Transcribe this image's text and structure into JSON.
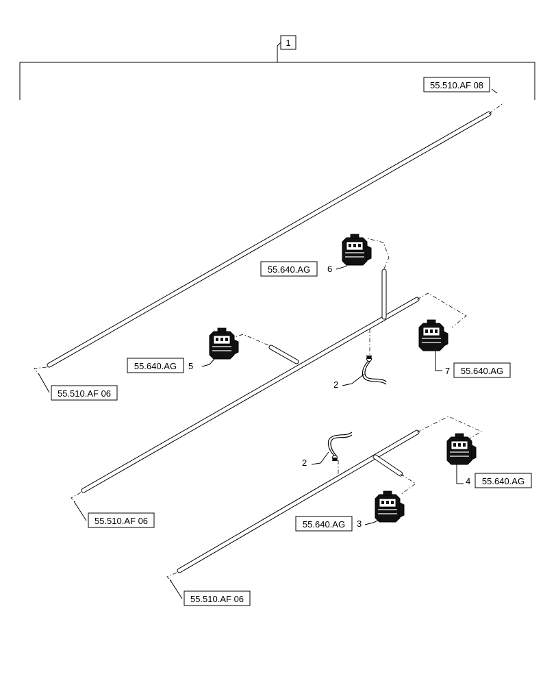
{
  "item_callout": "1",
  "references": {
    "harness_top": "55.510.AF 08",
    "harness_upper": "55.510.AF 06",
    "harness_middle": "55.510.AF 06",
    "harness_lower": "55.510.AF 06",
    "connector_3": "55.640.AG",
    "connector_4": "55.640.AG",
    "connector_5": "55.640.AG",
    "connector_6": "55.640.AG",
    "connector_7": "55.640.AG"
  },
  "callouts": {
    "clip_upper": "2",
    "clip_lower": "2",
    "connector_3": "3",
    "connector_4": "4",
    "connector_5": "5",
    "connector_6": "6",
    "connector_7": "7"
  }
}
